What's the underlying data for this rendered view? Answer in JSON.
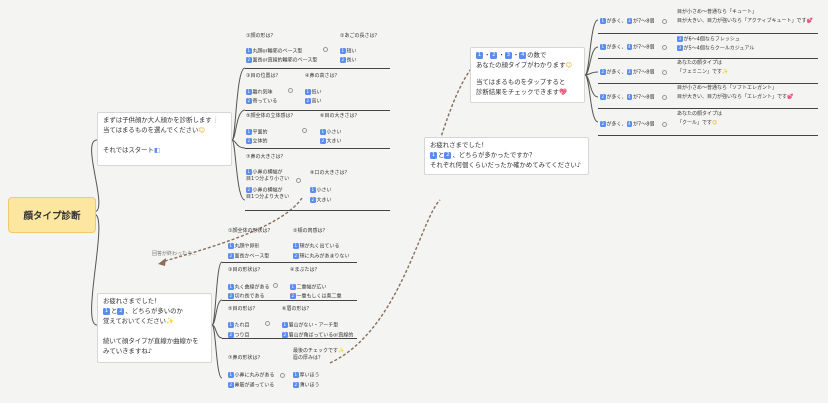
{
  "main_topic": "顔タイプ診断",
  "intro": {
    "line1": "まずは子供顔か大人顔かを診断します",
    "line2": "当てはまるものを選んでください",
    "line3": "それではスタート"
  },
  "group1": {
    "q1": "①顔の形は？",
    "q1_a": "丸顔or輪郭のベース型",
    "q1_b": "面長or直線的輪郭のベース型",
    "q2": "②あごの長さは？",
    "q2_a": "短い",
    "q2_b": "長い",
    "q3": "③目の位置は？",
    "q3_a": "離れ気味",
    "q3_b": "寄っている",
    "q4": "④鼻の高さは？",
    "q4_a": "低い",
    "q4_b": "高い",
    "q5": "⑤顔全体の立体感は？",
    "q5_a": "平面的",
    "q5_b": "立体的",
    "q6": "⑥目の大きさは？",
    "q6_a": "小さい",
    "q6_b": "大きい",
    "q7": "⑦鼻の大きさは？",
    "q7_a1": "小鼻の横幅が",
    "q7_a2": "目1つ分より小さい",
    "q7_b1": "小鼻の横幅が",
    "q7_b2": "目1つ分より大きい",
    "q8": "⑧口の大きさは？",
    "q8_a": "小さい",
    "q8_b": "大きい"
  },
  "transition_label": "回答が終わったら...",
  "second_intro": {
    "line1": "お疲れさまでした！",
    "line2_mid": "と",
    "line2_end": "、どちらが多いのか",
    "line3": "覚えておいてください",
    "line4": "続いて顔タイプが直線か曲線かを",
    "line5": "みていきますね♪"
  },
  "group2": {
    "q1": "①顔全体の形状は？",
    "q1_a": "丸顔や卵形",
    "q1_b": "面長かベース型",
    "q2": "②頬の肉感は？",
    "q2_a": "頬が丸く出ている",
    "q2_b": "頬に丸みがあまりない",
    "q3": "③目の形状は？",
    "q3_a": "丸く曲線がある",
    "q3_b": "切れ長である",
    "q4": "④まぶたは？",
    "q4_a": "二重幅が広い",
    "q4_b": "一重もしくは奥二重",
    "q5": "⑤目の形は？",
    "q5_a": "たれ目",
    "q5_b": "つり目",
    "q6": "⑥眉の形は？",
    "q6_a": "眉山がない・アーチ型",
    "q6_b": "眉山が角ばっているor直線的",
    "q7": "⑦鼻の形状は？",
    "q7_a": "小鼻に丸みがある",
    "q7_b": "鼻筋が通っている",
    "q8_1": "最後のチェックです",
    "q8_2": "唇の厚みは？",
    "q8_a": "厚いほう",
    "q8_b": "薄いほう"
  },
  "third_box": {
    "line1": "お疲れさまでした！",
    "line2_mid": "と",
    "line2_end": "、どちらが多かったですか？",
    "line3": "それぞれ何個くらいだったか確かめてみてください♪"
  },
  "result_intro": {
    "line1_end": "の数で",
    "line2": "あなたの顔タイプがわかります",
    "line3": "当てはまるものをタップすると",
    "line4": "診断結果をチェックできます"
  },
  "results": [
    {
      "cond": "が多く、",
      "cond2": "が7〜8個",
      "r1": "目が小さめ〜普通なら「キュート」",
      "r2": "目が大きい、目力が強いなら「アクティブキュート」です"
    },
    {
      "cond": "が多く、",
      "cond2": "が7〜8個",
      "r1": "が6〜4個ならフレッシュ",
      "r2": "が5〜4個ならクールカジュアル"
    },
    {
      "cond": "が多く、",
      "cond2": "が7〜8個",
      "r1": "あなたの顔タイプは",
      "r2": "「フェミニン」です"
    },
    {
      "cond": "が多く、",
      "cond2": "が7〜8個",
      "r1": "目が小さめ〜普通なら「ソフトエレガント」",
      "r2": "目が大きい、目力が強いなら「エレガント」です"
    },
    {
      "cond": "が多く、",
      "cond2": "が7〜8個",
      "r1": "あなたの顔タイプは",
      "r2": "「クール」です"
    }
  ]
}
